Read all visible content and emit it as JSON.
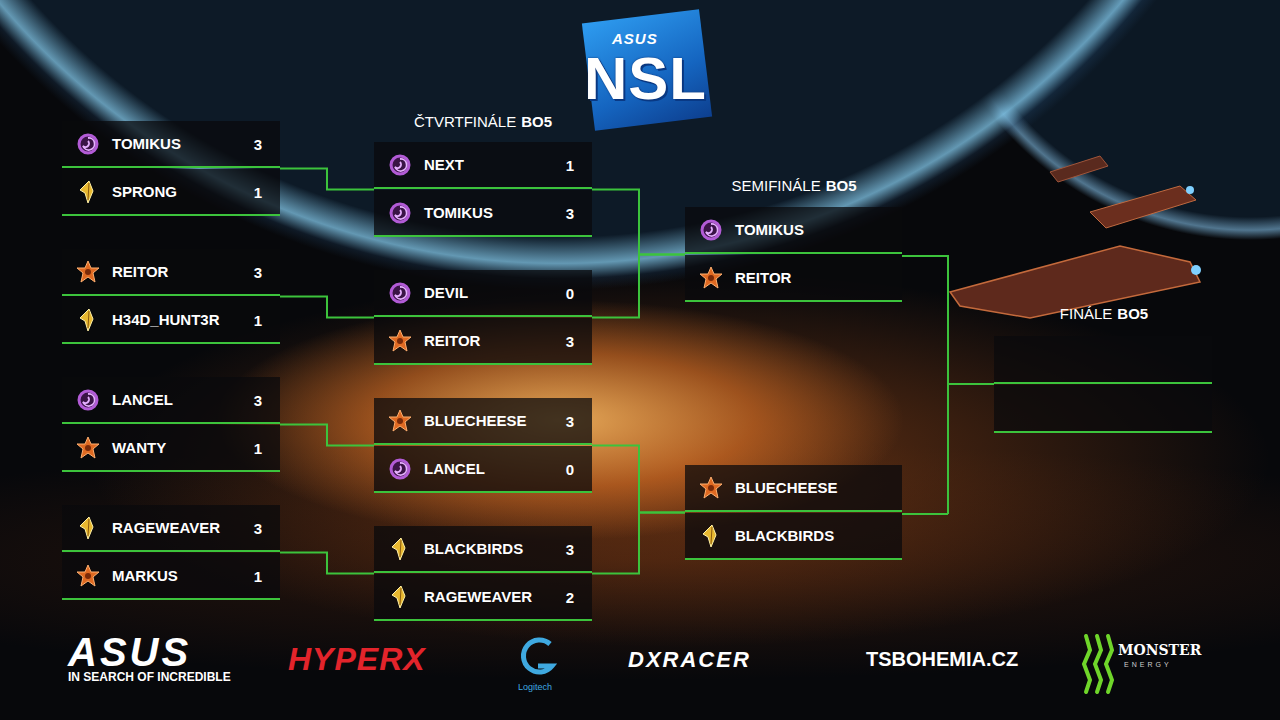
{
  "diagram": {
    "nodes": [
      {
        "text": [
          "TOMIKUS",
          "3",
          "SPRONG",
          "1"
        ]
      },
      {
        "text": [
          "REITOR",
          "3",
          "H34D_HUNT3R",
          "1"
        ]
      },
      {
        "text": [
          "LANCEL",
          "3",
          "WANTY",
          "1"
        ]
      },
      {
        "text": [
          "RAGEWEAVER",
          "3",
          "MARKUS",
          "1"
        ]
      },
      {
        "text": [
          "NEXT",
          "1",
          "TOMIKUS",
          "3"
        ]
      },
      {
        "text": [
          "DEVIL",
          "0",
          "REITOR",
          "3"
        ]
      },
      {
        "text": [
          "BLUECHEESE",
          "3",
          "LANCEL",
          "0"
        ]
      },
      {
        "text": [
          "BLACKBIRDS",
          "3",
          "RAGEWEAVER",
          "2"
        ]
      },
      {
        "text": [
          "TOMIKUS",
          "REITOR"
        ]
      },
      {
        "text": [
          "BLUECHEESE",
          "BLACKBIRDS"
        ]
      }
    ],
    "edges": [
      {
        "from": 0,
        "to": 4,
        "arrow": "none"
      },
      {
        "from": 1,
        "to": 5,
        "arrow": "none"
      },
      {
        "from": 2,
        "to": 6,
        "arrow": "none"
      },
      {
        "from": 3,
        "to": 7,
        "arrow": "none"
      },
      {
        "from": 4,
        "to": 8,
        "arrow": "none"
      },
      {
        "from": 5,
        "to": 8,
        "arrow": "none"
      },
      {
        "from": 6,
        "to": 9,
        "arrow": "none"
      },
      {
        "from": 7,
        "to": 9,
        "arrow": "none"
      }
    ],
    "labels": [
      "ASUS",
      "NSL",
      "ČTVRTFINÁLE",
      "BO5",
      "SEMIFINÁLE",
      "BO5",
      "FINÁLE",
      "BO5",
      "ASUS",
      "IN SEARCH OF INCREDIBLE",
      "HYPERX",
      "Logitech",
      "DXRACER",
      "TSBOHEMIA.CZ",
      "MONSTER",
      "ENERGY"
    ]
  }
}
